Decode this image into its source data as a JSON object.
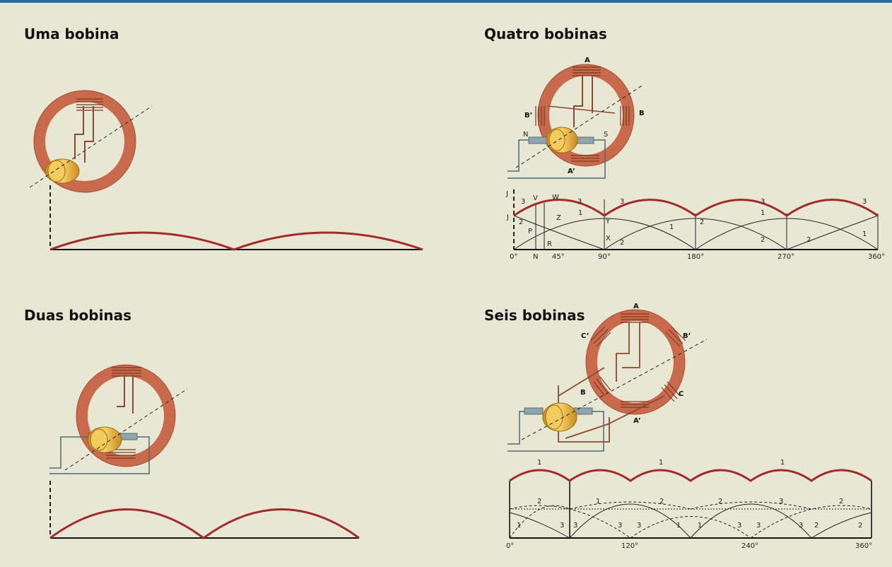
{
  "panels": {
    "uma": {
      "title": "Uma bobina"
    },
    "duas": {
      "title": "Duas bobinas"
    },
    "quatro": {
      "title": "Quatro bobinas",
      "coil_labels": {
        "a": "A",
        "b": "B",
        "b_prime": "B’",
        "a_prime": "A’",
        "n": "N",
        "s": "S"
      },
      "graph_labels": {
        "j_top": "J",
        "j_mid": "J",
        "v": "V",
        "w": "W",
        "z": "Z",
        "p": "P",
        "r": "R",
        "n": "N",
        "y": "Y",
        "x": "X",
        "c3a": "3",
        "c3b": "3",
        "c3c": "3",
        "c3d": "3",
        "c3e": "3",
        "c1a": "1",
        "c1b": "1",
        "c1c": "1",
        "c1d": "1",
        "c2a": "2",
        "c2b": "2",
        "c2c": "2",
        "c2d": "2",
        "c2e": "2"
      },
      "ticks": [
        "0°",
        "45°",
        "90°",
        "180°",
        "270°",
        "360°"
      ]
    },
    "seis": {
      "title": "Seis bobinas",
      "coil_labels": {
        "a": "A",
        "b_prime": "B’",
        "c_prime": "C’",
        "b": "B",
        "c": "C",
        "a_prime": "A’"
      },
      "graph_labels": {
        "t1a": "1",
        "t1b": "1",
        "t1c": "1",
        "m2a": "2",
        "m1a": "1",
        "m2b": "2",
        "m2c": "2",
        "m3a": "3",
        "m2d": "2",
        "b1a": "1",
        "b3a": "3",
        "b3b": "3",
        "b3c": "3",
        "b3d": "3",
        "b1b": "1",
        "b1c": "1",
        "b3e": "3",
        "b3f": "3",
        "b3g": "3",
        "b2a": "2",
        "b2b": "2"
      },
      "ticks": [
        "0°",
        "120°",
        "240°",
        "360°"
      ]
    }
  },
  "colors": {
    "background": "#e7e7d3",
    "accent_bar": "#2c6ea0",
    "wave": "#a32a2a",
    "coil": "#c96a4c",
    "brush": "#8fa5ad",
    "commutator": "#e8b43a"
  }
}
